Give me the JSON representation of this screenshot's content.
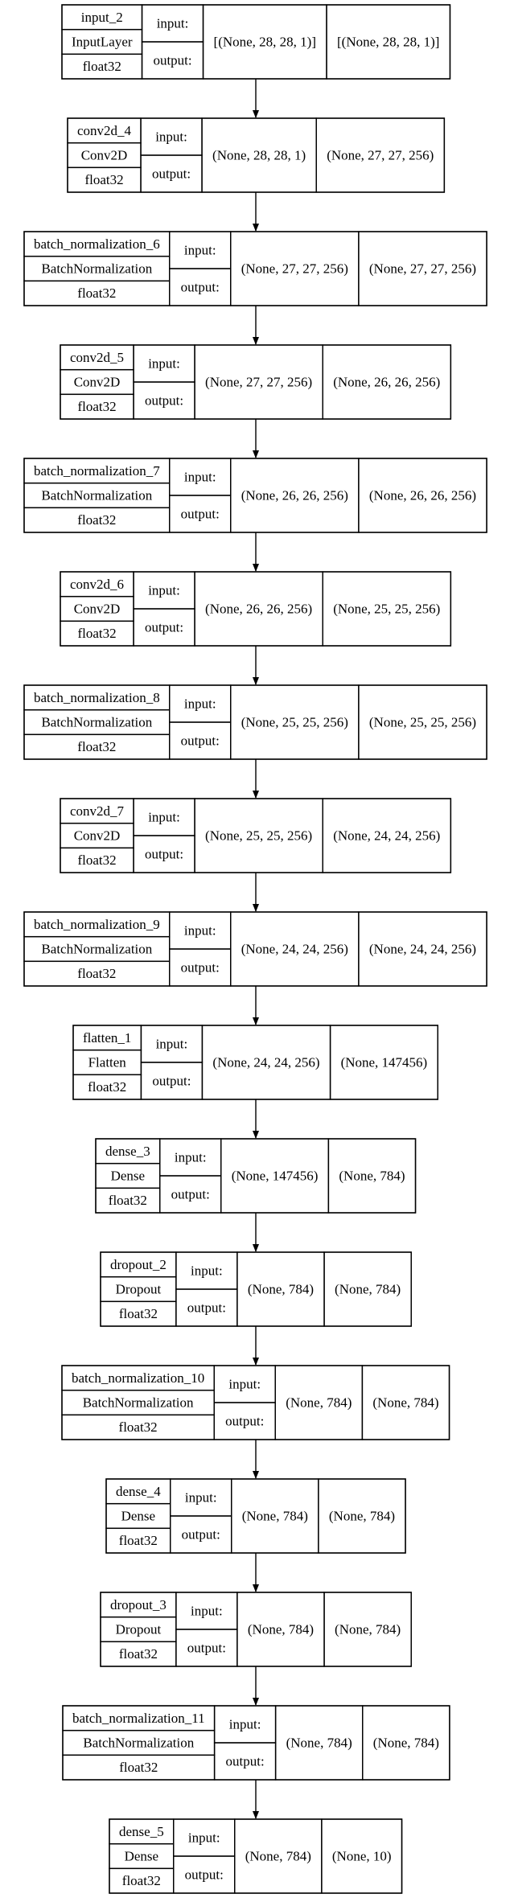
{
  "labels": {
    "input": "input:",
    "output": "output:"
  },
  "layers": [
    {
      "name": "input_2",
      "type": "InputLayer",
      "dtype": "float32",
      "input_shape": "[(None, 28, 28, 1)]",
      "output_shape": "[(None, 28, 28, 1)]"
    },
    {
      "name": "conv2d_4",
      "type": "Conv2D",
      "dtype": "float32",
      "input_shape": "(None, 28, 28, 1)",
      "output_shape": "(None, 27, 27, 256)"
    },
    {
      "name": "batch_normalization_6",
      "type": "BatchNormalization",
      "dtype": "float32",
      "input_shape": "(None, 27, 27, 256)",
      "output_shape": "(None, 27, 27, 256)"
    },
    {
      "name": "conv2d_5",
      "type": "Conv2D",
      "dtype": "float32",
      "input_shape": "(None, 27, 27, 256)",
      "output_shape": "(None, 26, 26, 256)"
    },
    {
      "name": "batch_normalization_7",
      "type": "BatchNormalization",
      "dtype": "float32",
      "input_shape": "(None, 26, 26, 256)",
      "output_shape": "(None, 26, 26, 256)"
    },
    {
      "name": "conv2d_6",
      "type": "Conv2D",
      "dtype": "float32",
      "input_shape": "(None, 26, 26, 256)",
      "output_shape": "(None, 25, 25, 256)"
    },
    {
      "name": "batch_normalization_8",
      "type": "BatchNormalization",
      "dtype": "float32",
      "input_shape": "(None, 25, 25, 256)",
      "output_shape": "(None, 25, 25, 256)"
    },
    {
      "name": "conv2d_7",
      "type": "Conv2D",
      "dtype": "float32",
      "input_shape": "(None, 25, 25, 256)",
      "output_shape": "(None, 24, 24, 256)"
    },
    {
      "name": "batch_normalization_9",
      "type": "BatchNormalization",
      "dtype": "float32",
      "input_shape": "(None, 24, 24, 256)",
      "output_shape": "(None, 24, 24, 256)"
    },
    {
      "name": "flatten_1",
      "type": "Flatten",
      "dtype": "float32",
      "input_shape": "(None, 24, 24, 256)",
      "output_shape": "(None, 147456)"
    },
    {
      "name": "dense_3",
      "type": "Dense",
      "dtype": "float32",
      "input_shape": "(None, 147456)",
      "output_shape": "(None, 784)"
    },
    {
      "name": "dropout_2",
      "type": "Dropout",
      "dtype": "float32",
      "input_shape": "(None, 784)",
      "output_shape": "(None, 784)"
    },
    {
      "name": "batch_normalization_10",
      "type": "BatchNormalization",
      "dtype": "float32",
      "input_shape": "(None, 784)",
      "output_shape": "(None, 784)"
    },
    {
      "name": "dense_4",
      "type": "Dense",
      "dtype": "float32",
      "input_shape": "(None, 784)",
      "output_shape": "(None, 784)"
    },
    {
      "name": "dropout_3",
      "type": "Dropout",
      "dtype": "float32",
      "input_shape": "(None, 784)",
      "output_shape": "(None, 784)"
    },
    {
      "name": "batch_normalization_11",
      "type": "BatchNormalization",
      "dtype": "float32",
      "input_shape": "(None, 784)",
      "output_shape": "(None, 784)"
    },
    {
      "name": "dense_5",
      "type": "Dense",
      "dtype": "float32",
      "input_shape": "(None, 784)",
      "output_shape": "(None, 10)"
    }
  ]
}
